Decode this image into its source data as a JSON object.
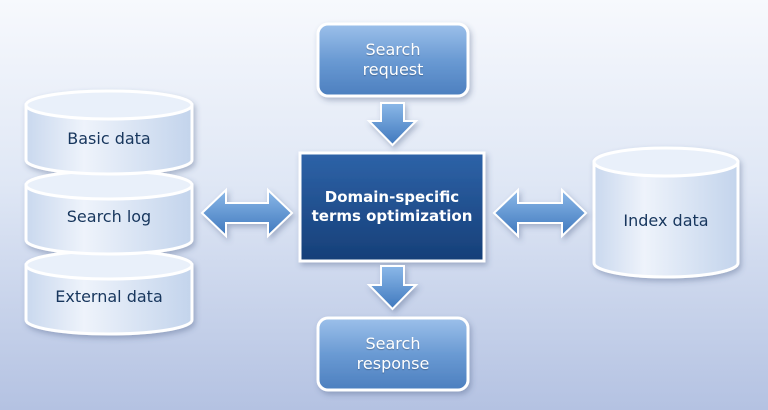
{
  "nodes": {
    "search_request": {
      "lines": [
        "Search",
        "request"
      ]
    },
    "core": {
      "lines": [
        "Domain-specific",
        "terms optimization"
      ]
    },
    "search_response": {
      "lines": [
        "Search",
        "response"
      ]
    },
    "stack": {
      "basic": "Basic data",
      "log": "Search log",
      "external": "External data"
    },
    "index": "Index data"
  },
  "colors": {
    "box_fill_top": "#8db3e2",
    "box_fill_bottom": "#4f81bd",
    "core_fill": "#1f4e8c",
    "cylinder_fill": "#dbe5f4",
    "arrow_fill": "#5f97d3",
    "text_dark": "#17365d"
  }
}
